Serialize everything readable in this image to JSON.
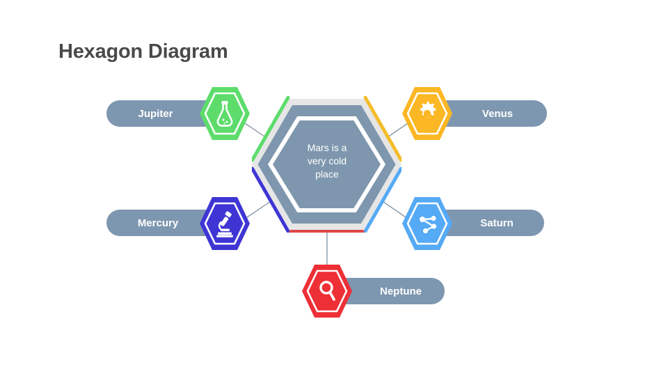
{
  "title": "Hexagon Diagram",
  "center": {
    "text_lines": [
      "Mars is a",
      "very cold",
      "place"
    ],
    "fill_color": "#7e97ae",
    "ring_color": "#e6e6e6",
    "inner_outline_color": "#ffffff"
  },
  "theme": {
    "pill_color": "#7e97b0",
    "pill_text_color": "#ffffff",
    "title_color": "#4a4a4a",
    "connector_color": "#8a9aa8",
    "background": "#ffffff"
  },
  "nodes": [
    {
      "id": "jupiter",
      "label": "Jupiter",
      "icon": "flask-icon",
      "color": "#5ddc6b",
      "segment_color": "#5ddc6b",
      "position": "top-left"
    },
    {
      "id": "venus",
      "label": "Venus",
      "icon": "gear-icon",
      "color": "#fbb724",
      "segment_color": "#f4bc2a",
      "position": "top-right"
    },
    {
      "id": "mercury",
      "label": "Mercury",
      "icon": "microscope-icon",
      "color": "#3f35d4",
      "segment_color": "#3f35d4",
      "position": "bottom-left"
    },
    {
      "id": "saturn",
      "label": "Saturn",
      "icon": "share-nodes-icon",
      "color": "#55aaf5",
      "segment_color": "#55aaf5",
      "position": "bottom-right"
    },
    {
      "id": "neptune",
      "label": "Neptune",
      "icon": "magnifier-icon",
      "color": "#ed2f36",
      "segment_color": "#e04848",
      "position": "bottom"
    }
  ]
}
